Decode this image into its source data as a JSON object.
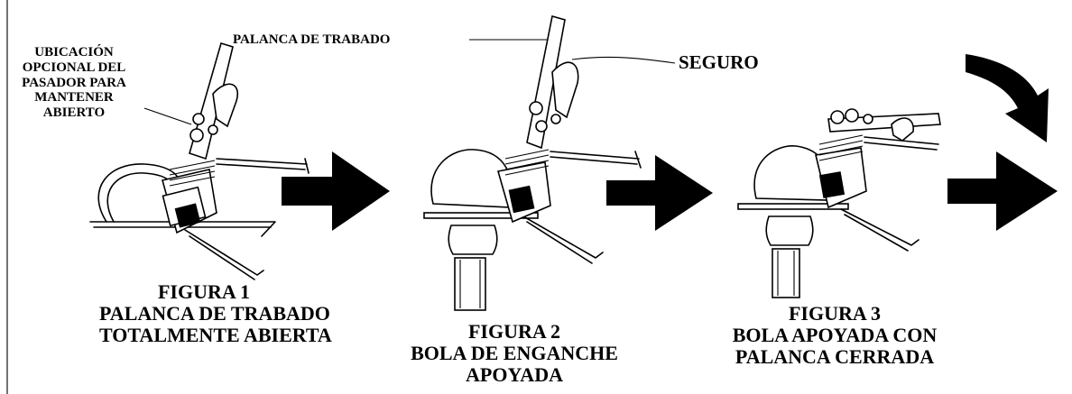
{
  "callouts": {
    "palanca_label": "PALANCA DE TRABADO",
    "seguro_label": "SEGURO",
    "ubicacion_lines": [
      "UBICACIÓN",
      "OPCIONAL DEL",
      "PASADOR PARA",
      "MANTENER",
      "ABIERTO"
    ]
  },
  "figures": [
    {
      "title": "FIGURA 1",
      "caption_lines": [
        "PALANCA DE TRABADO",
        "TOTALMENTE ABIERTA"
      ]
    },
    {
      "title": "FIGURA 2",
      "caption_lines": [
        "BOLA DE ENGANCHE",
        "APOYADA"
      ]
    },
    {
      "title": "FIGURA 3",
      "caption_lines": [
        "BOLA APOYADA CON",
        "PALANCA CERRADA"
      ]
    }
  ],
  "colors": {
    "ink": "#000000",
    "paper": "#ffffff"
  }
}
